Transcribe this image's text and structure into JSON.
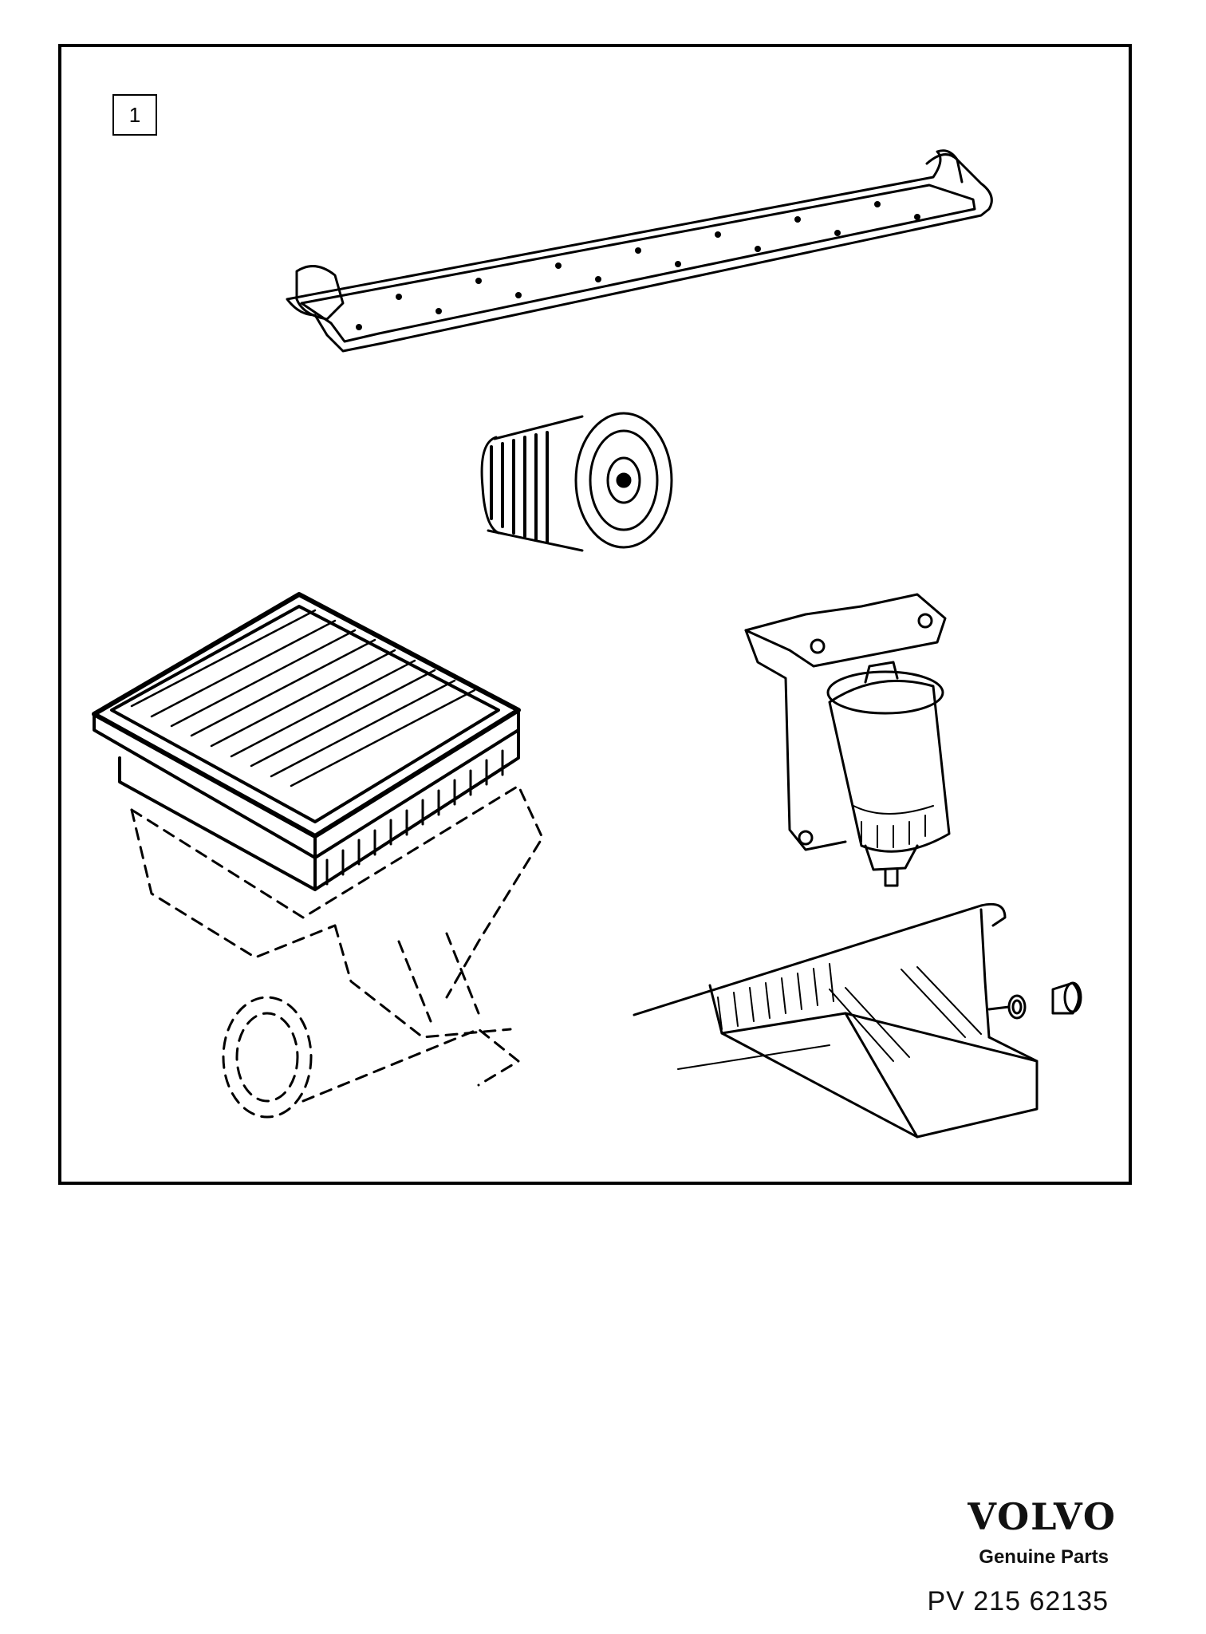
{
  "diagram": {
    "reference_number": "1",
    "parts": [
      {
        "name": "valve-cover-gasket"
      },
      {
        "name": "oil-filter"
      },
      {
        "name": "air-filter"
      },
      {
        "name": "fuel-filter"
      },
      {
        "name": "oil-pan-drain-plug"
      }
    ]
  },
  "footer": {
    "logo_text": "VOLVO",
    "subtitle": "Genuine Parts",
    "part_code": "PV 215 62135"
  },
  "colors": {
    "ink": "#000000",
    "background": "#ffffff"
  }
}
